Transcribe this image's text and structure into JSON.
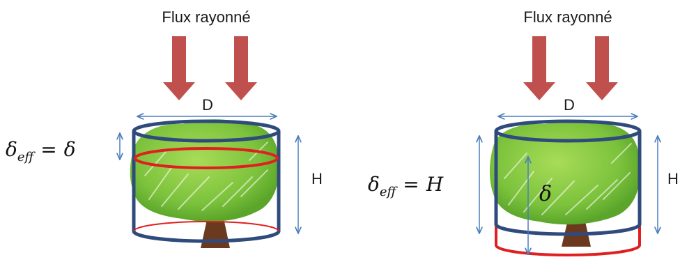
{
  "panels": [
    {
      "flux_label": "Flux rayonné",
      "diameter_label": "D",
      "height_label": "H",
      "equation": {
        "symbol": "δ",
        "subscript": "eff",
        "rhs": "δ"
      }
    },
    {
      "flux_label": "Flux rayonné",
      "diameter_label": "D",
      "height_label": "H",
      "depth_label": "δ",
      "equation": {
        "symbol": "δ",
        "subscript": "eff",
        "rhs": "H"
      }
    }
  ],
  "colors": {
    "arrow": "#c0504d",
    "cylinder_outline": "#2f4b7c",
    "penetration_outline": "#e02020",
    "dimension_line": "#4a7ebb",
    "canopy_light": "#9bd44a",
    "canopy_dark": "#5aa52a",
    "trunk": "#6b3a1e"
  }
}
